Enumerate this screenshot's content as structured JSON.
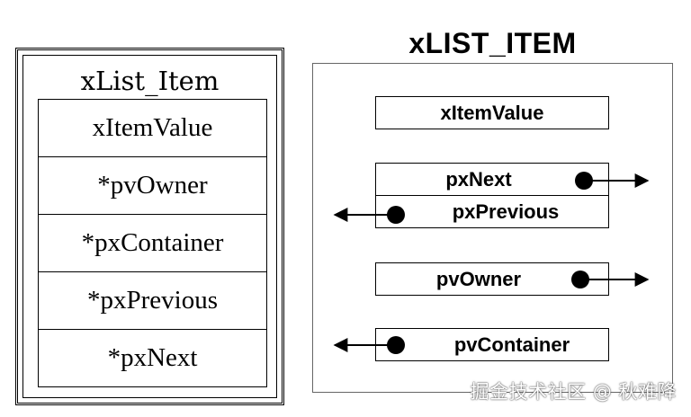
{
  "left": {
    "title": "xList_Item",
    "fields": [
      "xItemValue",
      "*pvOwner",
      "*pxContainer",
      "*pxPrevious",
      "*pxNext"
    ]
  },
  "right": {
    "title": "xLIST_ITEM",
    "boxes": {
      "item_value": "xItemValue",
      "next": "pxNext",
      "previous": "pxPrevious",
      "owner": "pvOwner",
      "container": "pvContainer"
    }
  },
  "watermark": "掘金技术社区 @ 秋难降"
}
